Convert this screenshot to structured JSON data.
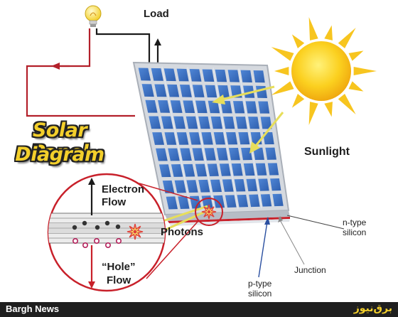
{
  "labels": {
    "load": "Load",
    "sunlight": "Sunlight",
    "title_line1": "Solar Panel",
    "title_line2": "Diagram",
    "electron_flow_1": "Electron",
    "electron_flow_2": "Flow",
    "hole_flow_1": "“Hole”",
    "hole_flow_2": "Flow",
    "photons": "Photons",
    "n_type_1": "n-type",
    "n_type_2": "silicon",
    "junction": "Junction",
    "p_type_1": "p-type",
    "p_type_2": "silicon"
  },
  "footer": {
    "left_brand": "Bargh News",
    "right_brand": "برق‌نیوز"
  },
  "colors": {
    "wire_red": "#b3202a",
    "wire_black": "#1a1a1a",
    "panel_blue": "#3c6fc0",
    "panel_frame": "#c9ced6",
    "sun_yellow": "#f6c21c",
    "title_yellow": "#f3cf2b",
    "circle_red": "#c8202a",
    "footer_bg": "#1f1f1f"
  },
  "icons": [
    "lightbulb-icon",
    "sun-icon",
    "electron-icon",
    "hole-icon",
    "photon-burst-icon"
  ]
}
